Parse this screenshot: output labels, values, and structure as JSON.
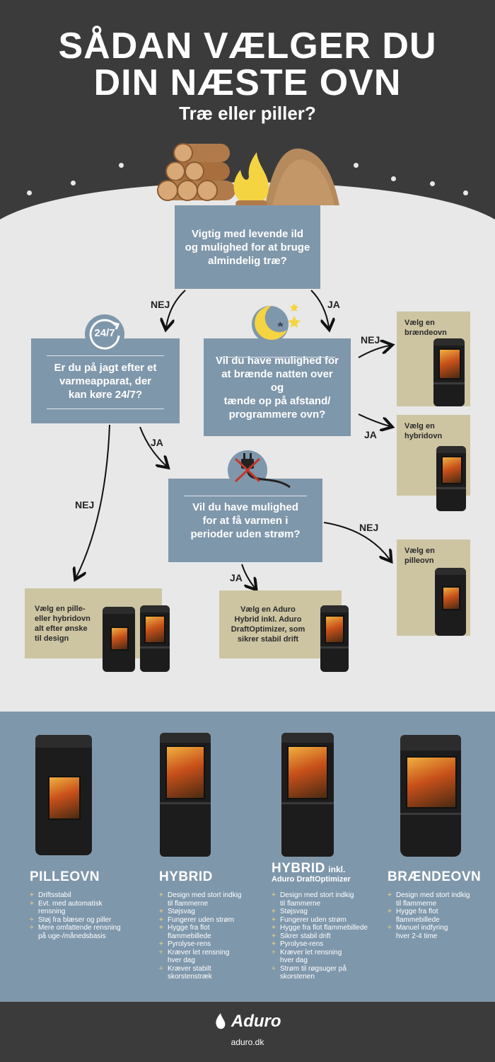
{
  "header": {
    "title_line1": "SÅDAN VÆLGER DU",
    "title_line2": "DIN NÆSTE OVN",
    "subtitle": "Træ eller piller?"
  },
  "flow": {
    "q1": "Vigtig med levende ild\nog mulighed for at bruge\nalmindelig træ?",
    "q2": "Er du på jagt efter et\nvarmeapparat, der\nkan køre 24/7?",
    "q3": "Vil du have mulighed for\nat brænde natten over og\ntænde op på afstand/\nprogrammere ovn?",
    "q4": "Vil du have mulighed\nfor at få varmen i\nperioder uden strøm?",
    "badge_247": "24/7",
    "labels": {
      "nej": "NEJ",
      "ja": "JA"
    },
    "results": {
      "braendeovn": "Vælg en\nbrændeovn",
      "hybridovn": "Vælg en\nhybridovn",
      "pilleovn": "Vælg en\npilleovn",
      "pille_hybrid": "Vælg en pille-\neller hybridovn\nalt efter ønske\ntil design",
      "aduro_hybrid": "Vælg en Aduro\nHybrid inkl. Aduro\nDraftOptimizer, som\nsikrer stabil drift"
    }
  },
  "products": [
    {
      "name": "PILLEOVN",
      "features": [
        {
          "mark": "+",
          "text": "Driftsstabil"
        },
        {
          "mark": "+",
          "text": "Evt. med automatisk\nrensning"
        },
        {
          "mark": "÷",
          "text": "Støj fra blæser og piller"
        },
        {
          "mark": "÷",
          "text": "Mere omfattende rensning\npå uge-/månedsbasis"
        }
      ]
    },
    {
      "name": "HYBRID",
      "features": [
        {
          "mark": "+",
          "text": "Design med stort indkig\ntil flammerne"
        },
        {
          "mark": "+",
          "text": "Støjsvag"
        },
        {
          "mark": "+",
          "text": "Fungerer uden strøm"
        },
        {
          "mark": "+",
          "text": "Hygge fra flot\nflammebillede"
        },
        {
          "mark": "+",
          "text": "Pyrolyse-rens"
        },
        {
          "mark": "÷",
          "text": "Kræver let rensning\nhver dag"
        },
        {
          "mark": "÷",
          "text": "Kræver stabilt\nskorstenstræk"
        }
      ]
    },
    {
      "name": "HYBRID",
      "name_suffix": "inkl.",
      "name_sub": "Aduro DraftOptimizer",
      "features": [
        {
          "mark": "+",
          "text": "Design med stort indkig\ntil flammerne"
        },
        {
          "mark": "+",
          "text": "Støjsvag"
        },
        {
          "mark": "+",
          "text": "Fungerer uden strøm"
        },
        {
          "mark": "+",
          "text": "Hygge fra flot flammebillede"
        },
        {
          "mark": "+",
          "text": "Sikrer stabil drift"
        },
        {
          "mark": "+",
          "text": "Pyrolyse-rens"
        },
        {
          "mark": "÷",
          "text": "Kræver let rensning\nhver dag"
        },
        {
          "mark": "÷",
          "text": "Strøm til røgsuger på\nskorstenen"
        }
      ]
    },
    {
      "name": "BRÆNDEOVN",
      "features": [
        {
          "mark": "+",
          "text": "Design med stort indkig\ntil flammerne"
        },
        {
          "mark": "+",
          "text": "Hygge fra flot\nflammebillede"
        },
        {
          "mark": "÷",
          "text": "Manuel indfyring\nhver 2-4 time"
        }
      ]
    }
  ],
  "footer": {
    "brand": "Aduro",
    "url": "aduro.dk"
  },
  "colors": {
    "dark": "#3b3b3b",
    "box_blue": "#7f97ab",
    "result_beige": "#cdc5a2",
    "flame_yellow": "#f5d442",
    "accent_gold": "#d7c98a"
  }
}
